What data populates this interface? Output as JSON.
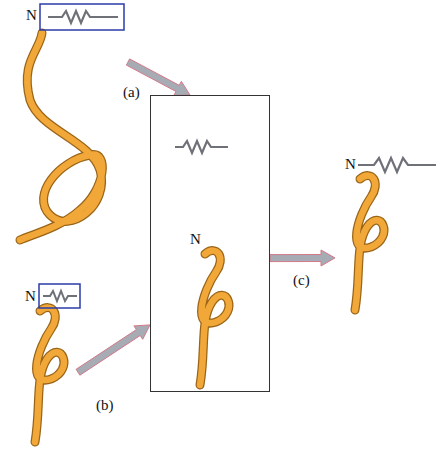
{
  "diagram": {
    "nodes": [
      {
        "text": [
          "N"
        ]
      },
      {
        "text": [
          "N"
        ]
      },
      {
        "text": [
          "N"
        ]
      },
      {
        "text": [
          "N"
        ]
      }
    ],
    "edges": [
      {
        "from": 0,
        "to": 1,
        "arrow": "to",
        "label": "(a)"
      },
      {
        "from": 2,
        "to": 1,
        "arrow": "to",
        "label": "(b)"
      },
      {
        "from": 1,
        "to": 3,
        "arrow": "to",
        "label": "(c)"
      }
    ]
  }
}
